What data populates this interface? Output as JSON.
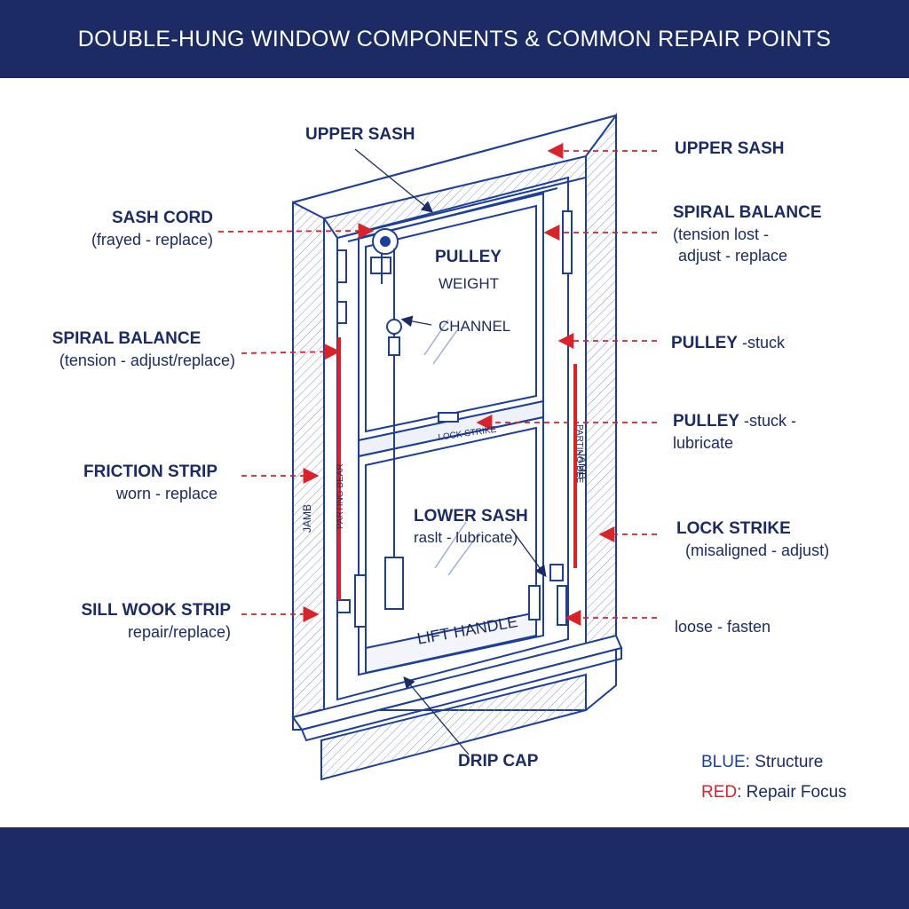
{
  "title": "DOUBLE-HUNG WINDOW COMPONENTS & COMMON REPAIR POINTS",
  "left_callouts": [
    {
      "name": "SASH CORD",
      "note": "(frayed - replace)"
    },
    {
      "name": "SPIRAL BALANCE",
      "note": "(tension - adjust/replace)"
    },
    {
      "name": "FRICTION STRIP",
      "note": "worn - replace"
    },
    {
      "name": "SILL WOOK STRIP",
      "note": "repair/replace)"
    }
  ],
  "right_callouts": [
    {
      "name": "UPPER SASH",
      "note": ""
    },
    {
      "name": "SPIRAL BALANCE",
      "note1": "(tension lost -",
      "note2": "adjust - replace"
    },
    {
      "name": "PULLEY",
      "note": " -stuck"
    },
    {
      "name": "PULLEY",
      "note1": " -stuck -",
      "note2": "lubricate"
    },
    {
      "name": "LOCK STRIKE",
      "note": "(misaligned - adjust)"
    },
    {
      "name": "",
      "note": "loose - fasten"
    }
  ],
  "inner_labels": {
    "upper_sash": "UPPER SASH",
    "pulley": "PULLEY",
    "weight": "WEIGHT",
    "channel": "CHANNEL",
    "lock_strike": "LOCK STRIKE",
    "lower_sash": "LOWER SASH",
    "lower_sash_note": "raslt - lubricate)",
    "lift_handle": "LIFT HANDLE",
    "drip_cap": "DRIP CAP",
    "jamb_left": "JAMB",
    "jamb_right": "JAMB",
    "strip_left": "PARTING BEAR",
    "strip_right": "PARTING BEE"
  },
  "legend": [
    {
      "key": "BLUE",
      "text": ": Structure",
      "color": "#1c3f9a"
    },
    {
      "key": "RED",
      "text": ": Repair Focus",
      "color": "#d8232a"
    }
  ],
  "colors": {
    "structure": "#1c3f9a",
    "repair": "#d8232a",
    "banner": "#1c2b63"
  }
}
